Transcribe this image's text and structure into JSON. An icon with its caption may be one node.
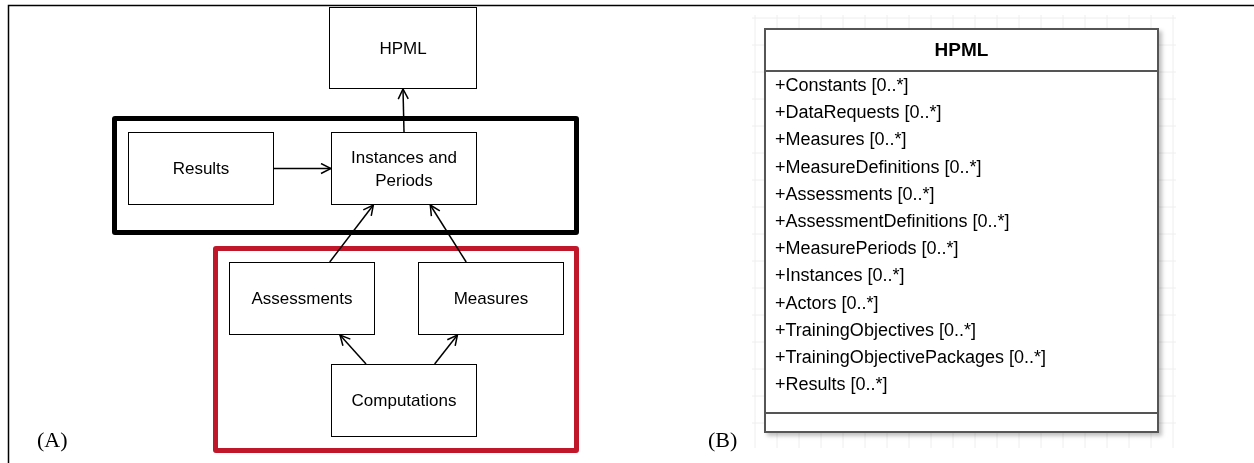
{
  "diagram": {
    "nodes": [
      {
        "text": [
          "HPML"
        ]
      },
      {
        "text": [],
        "shape": "box"
      },
      {
        "text": [
          "Results"
        ],
        "in": 1
      },
      {
        "text": [
          "Instances and Periods"
        ],
        "in": 1
      },
      {
        "text": [],
        "shape": "box"
      },
      {
        "text": [
          "Assessments"
        ],
        "in": 4
      },
      {
        "text": [
          "Measures"
        ],
        "in": 4
      },
      {
        "text": [
          "Computations"
        ],
        "in": 4
      },
      {
        "text": [
          "HPML",
          "+Constants [0..*]",
          "+DataRequests [0..*]",
          "+Measures [0..*]",
          "+MeasureDefinitions [0..*]",
          "+Assessments [0..*]",
          "+AssessmentDefinitions [0..*]",
          "+MeasurePeriods [0..*]",
          "+Instances [0..*]",
          "+Actors [0..*]",
          "+TrainingObjectives [0..*]",
          "+TrainingObjectivePackages [0..*]",
          "+Results [0..*]"
        ]
      }
    ],
    "edges": [
      {
        "from": 3,
        "to": 0,
        "arrow": "to"
      },
      {
        "from": 2,
        "to": 3,
        "arrow": "to"
      },
      {
        "from": 5,
        "to": 3,
        "arrow": "to"
      },
      {
        "from": 6,
        "to": 3,
        "arrow": "to"
      },
      {
        "from": 7,
        "to": 5,
        "arrow": "to"
      },
      {
        "from": 7,
        "to": 6,
        "arrow": "to"
      }
    ],
    "labels": [
      "(A)",
      "(B)"
    ]
  }
}
